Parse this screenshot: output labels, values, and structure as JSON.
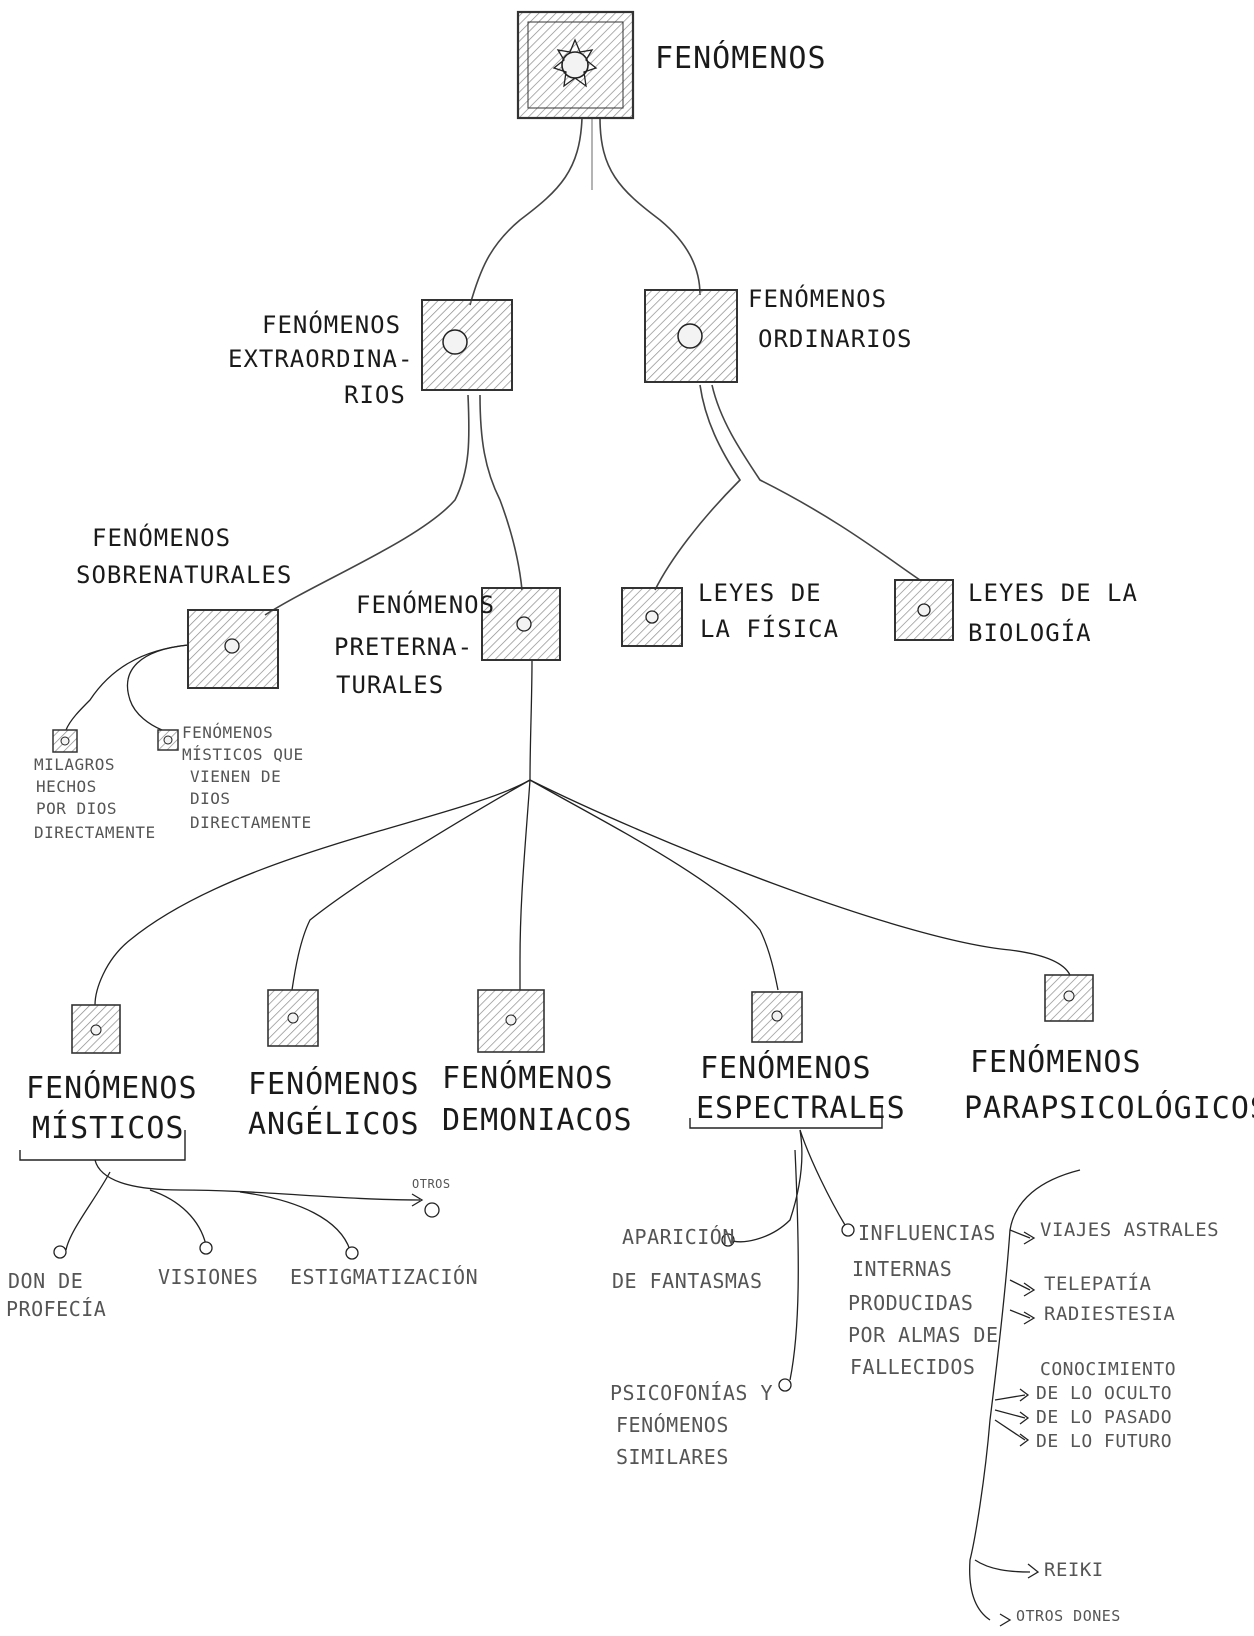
{
  "root": {
    "label": "FENÓMENOS"
  },
  "level1": {
    "extraordinarios": [
      "FENÓMENOS",
      "EXTRAORDINA-",
      "RIOS"
    ],
    "ordinarios": [
      "FENÓMENOS",
      "ORDINARIOS"
    ]
  },
  "level2": {
    "sobrenaturales": [
      "FENÓMENOS",
      "SOBRENATURALES"
    ],
    "preternaturales": [
      "FENÓMENOS",
      "PRETERNA-",
      "TURALES"
    ],
    "fisica": [
      "LEYES DE",
      "LA FÍSICA"
    ],
    "biologia": [
      "LEYES DE LA",
      "BIOLOGÍA"
    ]
  },
  "sobrenaturales_children": {
    "milagros": [
      "MILAGROS",
      "HECHOS",
      "POR DIOS",
      "DIRECTAMENTE"
    ],
    "misticos_dios": [
      "FENÓMENOS",
      "MÍSTICOS QUE",
      "VIENEN DE",
      "DIOS",
      "DIRECTAMENTE"
    ]
  },
  "preternaturales_children": {
    "misticos": [
      "FENÓMENOS",
      "MÍSTICOS"
    ],
    "angelicos": [
      "FENÓMENOS",
      "ANGÉLICOS"
    ],
    "demoniacos": [
      "FENÓMENOS",
      "DEMONIACOS"
    ],
    "espectrales": [
      "FENÓMENOS",
      "ESPECTRALES"
    ],
    "parapsicologicos": [
      "FENÓMENOS",
      "PARAPSICOLÓGICOS"
    ]
  },
  "misticos_children": {
    "don": [
      "DON DE",
      "PROFECÍA"
    ],
    "visiones": "VISIONES",
    "estigmatizacion": "ESTIGMATIZACIÓN",
    "otros": "OTROS"
  },
  "espectrales_children": {
    "aparicion": [
      "APARICIÓN",
      "DE FANTASMAS"
    ],
    "psicofonias": [
      "PSICOFONÍAS Y",
      "FENÓMENOS",
      "SIMILARES"
    ],
    "influencias": [
      "INFLUENCIAS",
      "INTERNAS",
      "PRODUCIDAS",
      "POR ALMAS DE",
      "FALLECIDOS"
    ]
  },
  "parapsicologicos_children": {
    "viajes": "VIAJES ASTRALES",
    "telepatia": "TELEPATÍA",
    "radiestesia": "RADIESTESIA",
    "conocimiento": "CONOCIMIENTO",
    "oculto": "DE LO OCULTO",
    "pasado": "DE LO PASADO",
    "futuro": "DE LO FUTURO",
    "reiki": "REIKI",
    "otros_dones": "OTROS DONES"
  },
  "colors": {
    "ink": "#1a1a1a",
    "pencil": "#555555",
    "shade": "#c9c9c9",
    "paper": "#ffffff"
  }
}
